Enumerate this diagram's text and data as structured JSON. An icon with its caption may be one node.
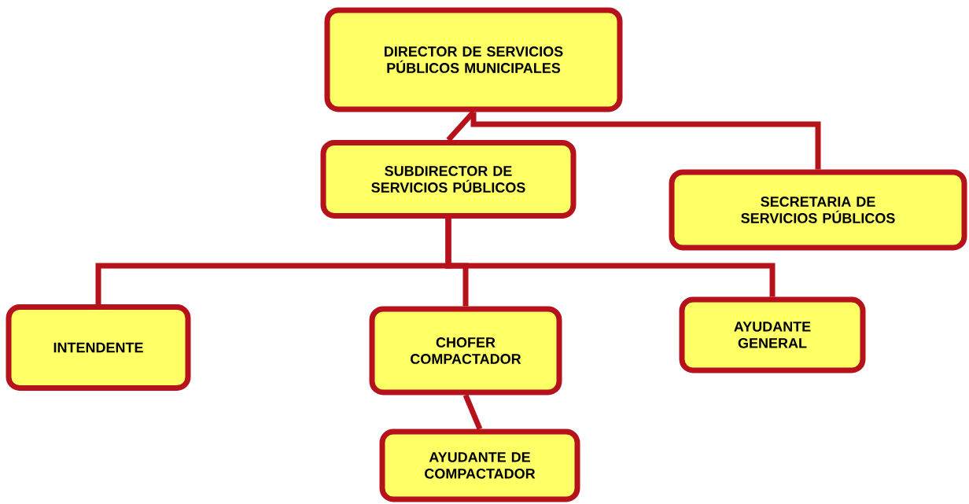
{
  "diagram": {
    "nodes": [
      {
        "text": [
          "DIRECTOR DE SERVICIOS PÚBLICOS MUNICIPALES"
        ]
      },
      {
        "text": [
          "SUBDIRECTOR DE SERVICIOS PÚBLICOS"
        ]
      },
      {
        "text": [
          "SECRETARIA DE SERVICIOS PÚBLICOS"
        ]
      },
      {
        "text": [
          "INTENDENTE"
        ]
      },
      {
        "text": [
          "CHOFER COMPACTADOR"
        ]
      },
      {
        "text": [
          "AYUDANTE GENERAL"
        ]
      },
      {
        "text": [
          "AYUDANTE DE COMPACTADOR"
        ]
      }
    ],
    "edges": [
      {
        "from": 0,
        "to": 1,
        "arrow": "none"
      },
      {
        "from": 0,
        "to": 2,
        "arrow": "none"
      },
      {
        "from": 1,
        "to": 3,
        "arrow": "none"
      },
      {
        "from": 1,
        "to": 4,
        "arrow": "none"
      },
      {
        "from": 1,
        "to": 5,
        "arrow": "none"
      },
      {
        "from": 4,
        "to": 6,
        "arrow": "none"
      }
    ]
  }
}
